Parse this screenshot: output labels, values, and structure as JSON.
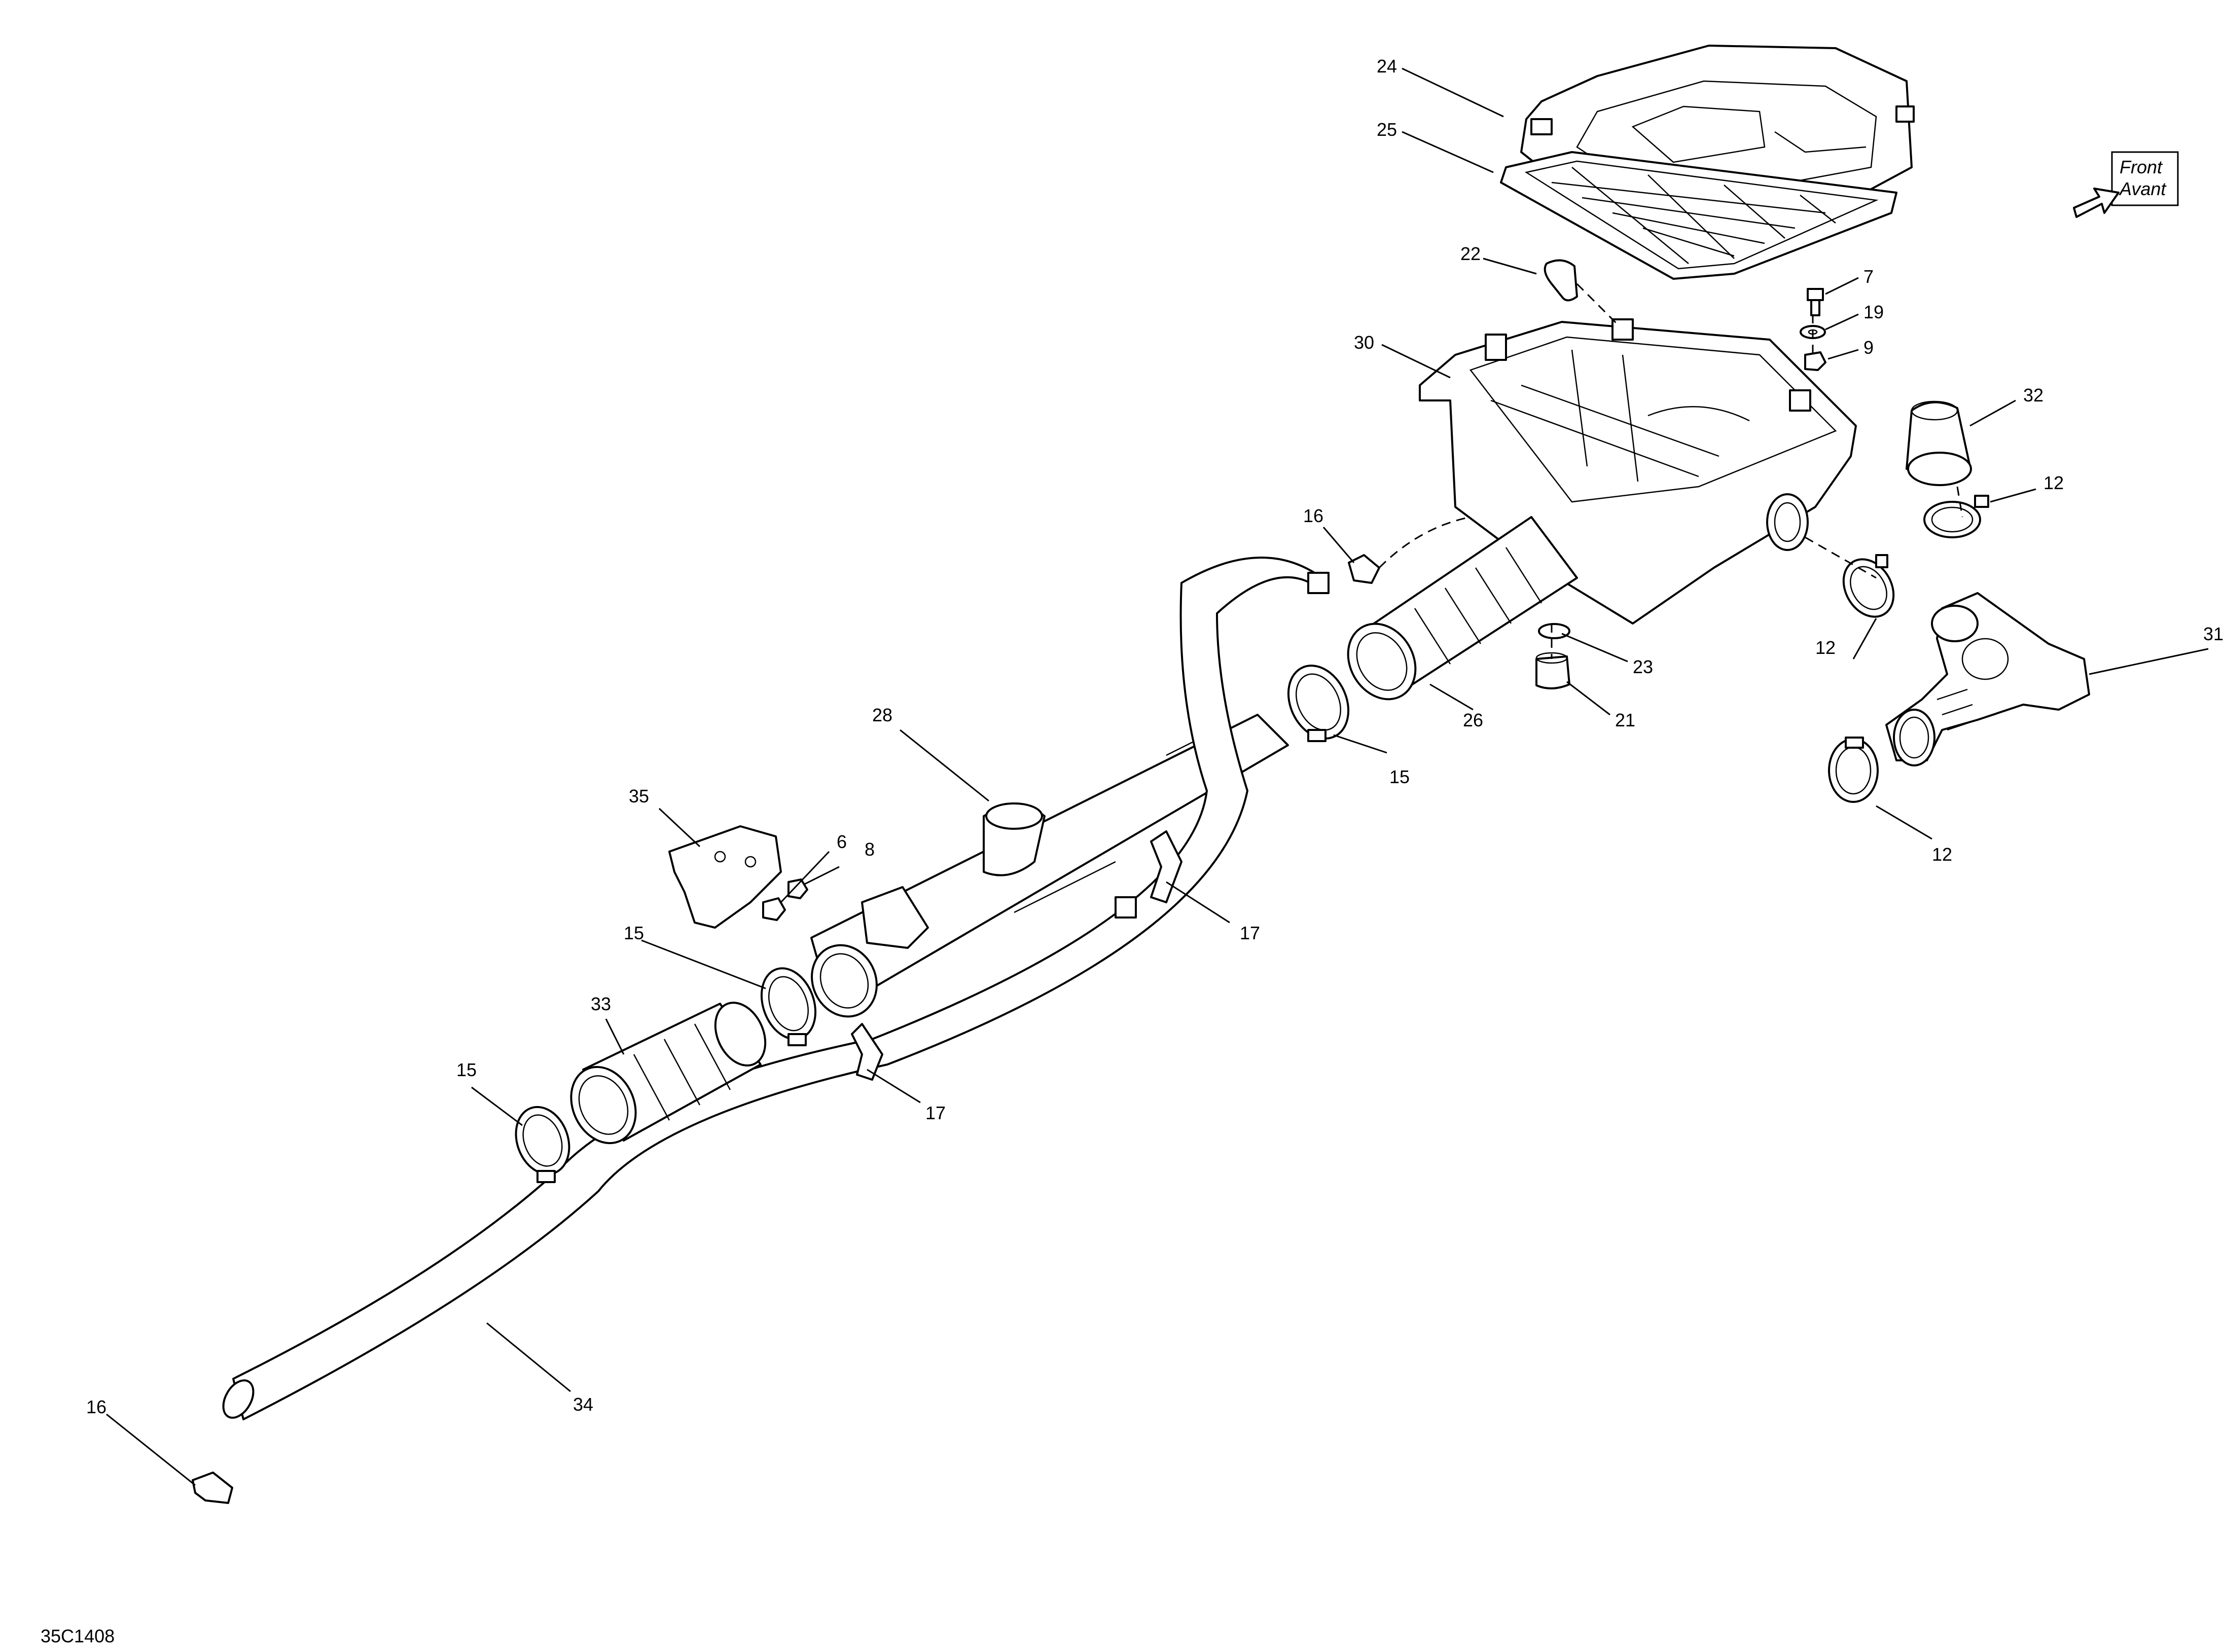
{
  "diagram_code": "35C1408",
  "front_box": {
    "line1": "Front",
    "line2": "Avant"
  },
  "callouts": [
    "24",
    "25",
    "22",
    "7",
    "19",
    "9",
    "30",
    "32",
    "12",
    "16",
    "12",
    "31",
    "23",
    "21",
    "26",
    "15",
    "28",
    "35",
    "6",
    "8",
    "17",
    "15",
    "33",
    "15",
    "17",
    "34",
    "16",
    "12"
  ]
}
